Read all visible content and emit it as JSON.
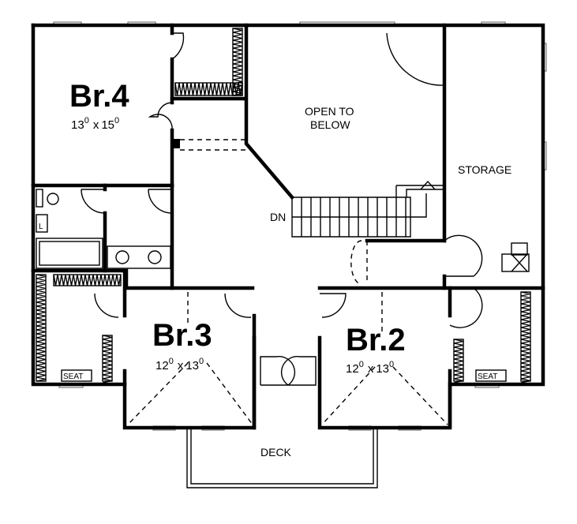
{
  "plan": {
    "rooms": {
      "br4": {
        "name": "Br.4",
        "w": "13",
        "w_in": "0",
        "x": "x",
        "h": "15",
        "h_in": "0"
      },
      "br3": {
        "name": "Br.3",
        "w": "12",
        "w_in": "0",
        "x": "x",
        "h": "13",
        "h_in": "0"
      },
      "br2": {
        "name": "Br.2",
        "w": "12",
        "w_in": "0",
        "x": "x",
        "h": "13",
        "h_in": "0"
      }
    },
    "labels": {
      "open_line1": "OPEN TO",
      "open_line2": "BELOW",
      "storage": "STORAGE",
      "dn": "DN",
      "deck": "DECK",
      "seat_left": "SEAT",
      "seat_right": "SEAT",
      "laundry": "L"
    }
  }
}
